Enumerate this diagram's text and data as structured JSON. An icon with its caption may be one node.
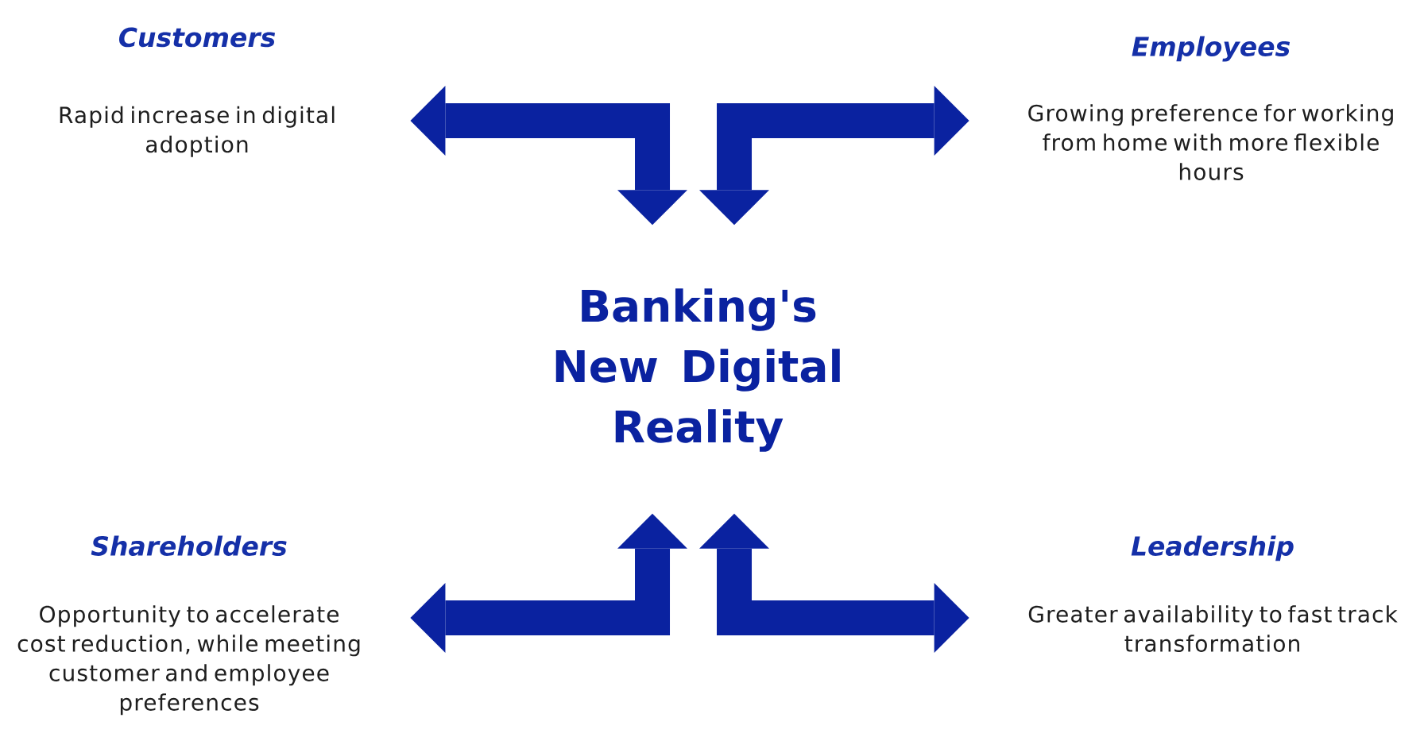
{
  "diagram": {
    "nodes": [
      {
        "text": [
          "Customers",
          "Rapid increase in digital adoption"
        ]
      },
      {
        "text": [
          "Employees",
          "Growing preference for working from home with more flexible hours"
        ]
      },
      {
        "text": [
          "Banking's New Digital Reality"
        ]
      },
      {
        "text": [
          "Shareholders",
          "Opportunity to accelerate cost reduction, while meeting customer and employee preferences"
        ]
      },
      {
        "text": [
          "Leadership",
          "Greater availability to fast track transformation"
        ]
      }
    ],
    "edges": [
      {
        "from": 0,
        "to": 2,
        "arrow": "both"
      },
      {
        "from": 1,
        "to": 2,
        "arrow": "both"
      },
      {
        "from": 3,
        "to": 2,
        "arrow": "both"
      },
      {
        "from": 4,
        "to": 2,
        "arrow": "both"
      }
    ]
  }
}
